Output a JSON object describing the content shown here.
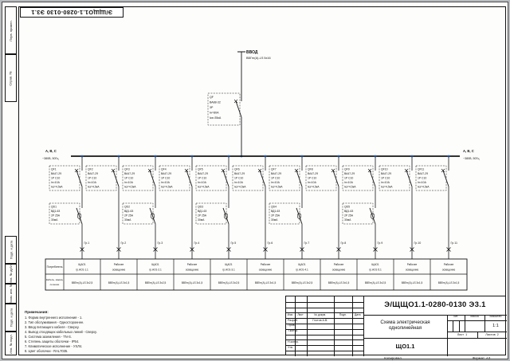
{
  "doc": {
    "designation": "Э/ЩЩО1.1-0280-0130 Э3.1",
    "title_line1": "Схема электрическая",
    "title_line2": "однолинейная",
    "object": "ЩО1.1",
    "lit_label": "Лит.",
    "mass_label": "Масса",
    "scale_label": "Масштаб",
    "scale_value": "1:1",
    "sheet_label": "Лист",
    "sheet_value": "1",
    "sheets_label": "Листов",
    "sheets_value": "2",
    "kopiroval": "Копировал",
    "format_label": "Формат",
    "format_value": "А3"
  },
  "titleblock": {
    "header_cols": [
      "Изм.",
      "Лист",
      "№ докум.",
      "Подп.",
      "Дата"
    ],
    "sign_rows": [
      {
        "role": "Разраб.",
        "name": "Глотов А.В."
      },
      {
        "role": "Пров.",
        "name": ""
      },
      {
        "role": "Т.контр.",
        "name": ""
      },
      {
        "role": "Н.контр.",
        "name": ""
      },
      {
        "role": "Утв.",
        "name": ""
      }
    ]
  },
  "frame": {
    "left_top_labels": [
      "Перв. примен.",
      "Справ. №"
    ],
    "left_bottom_labels": [
      "Подп. и дата",
      "Инв. № дубл.",
      "Взам. инв. №",
      "Подп. и дата",
      "Инв. № подл."
    ]
  },
  "notes": {
    "title": "Примечания:",
    "items": [
      "1. Форма внутреннего исполнения - 1.",
      "2. Тип обслуживания - Одностороннее.",
      "3. Ввод питающего кабеля - Сверху.",
      "4. Вывод отходящих кабельных линий - Сверху.",
      "5. Система заземления - TN-S.",
      "6. Степень защиты оболочки - IP54.",
      "7. Климатическое исполнение - УХЛ4.",
      "8. Цвет оболочки - RAL7035."
    ]
  },
  "schematic": {
    "incoming": {
      "label": "ВВОД",
      "cable": "ВВГнг(А)-LS 5х16",
      "breaker_lines": [
        "QF",
        "ВА88-32",
        "3P",
        "Iн=80А",
        "Iкз=35кА"
      ]
    },
    "bus": {
      "left_label": "А, В, С",
      "left_sub": "~380В, 50Гц",
      "right_label": "А, В, С",
      "right_sub": "~380В, 50Гц"
    },
    "table": {
      "row1_header": "Потребитель",
      "row2_header_1": "Кабель, марка,",
      "row2_header_2": "сечение"
    },
    "feeders": [
      {
        "breaker": [
          "QF1",
          "ВА47-29",
          "1P C10",
          "Iн=10А",
          "Iкз=4,5кА"
        ],
        "rcd": [
          "QD1",
          "ВД1-63",
          "2P 25А",
          "30мА"
        ],
        "group": "Гр.1",
        "consumer": [
          "ЩАО1",
          "гр.АО1-1.1"
        ],
        "cable": "ВВГнг(А)-LS 3х2,5"
      },
      {
        "breaker": [
          "QF2",
          "ВА47-29",
          "1P C10",
          "Iн=10А",
          "Iкз=4,5кА"
        ],
        "rcd": null,
        "group": "Гр.2",
        "consumer": [
          "Рабочее",
          "освещение"
        ],
        "cable": "ВВГнг(А)-LS 3х1,5"
      },
      {
        "breaker": [
          "QF3",
          "ВА47-29",
          "1P C10",
          "Iн=10А",
          "Iкз=4,5кА"
        ],
        "rcd": [
          "QD2",
          "ВД1-63",
          "2P 25А",
          "30мА"
        ],
        "group": "Гр.3",
        "consumer": [
          "ЩАО1",
          "гр.АО1-2.1"
        ],
        "cable": "ВВГнг(А)-LS 3х2,5"
      },
      {
        "breaker": [
          "QF4",
          "ВА47-29",
          "1P C10",
          "Iн=10А",
          "Iкз=4,5кА"
        ],
        "rcd": null,
        "group": "Гр.4",
        "consumer": [
          "Рабочее",
          "освещение"
        ],
        "cable": "ВВГнг(А)-LS 3х1,5"
      },
      {
        "breaker": [
          "QF5",
          "ВА47-29",
          "1P C10",
          "Iн=10А",
          "Iкз=4,5кА"
        ],
        "rcd": [
          "QD3",
          "ВД1-63",
          "2P 25А",
          "30мА"
        ],
        "group": "Гр.5",
        "consumer": [
          "ЩАО1",
          "гр.АО1-3.1"
        ],
        "cable": "ВВГнг(А)-LS 3х2,5"
      },
      {
        "breaker": [
          "QF6",
          "ВА47-29",
          "1P C10",
          "Iн=10А",
          "Iкз=4,5кА"
        ],
        "rcd": null,
        "group": "Гр.6",
        "consumer": [
          "Рабочее",
          "освещение"
        ],
        "cable": "ВВГнг(А)-LS 3х1,5"
      },
      {
        "breaker": [
          "QF7",
          "ВА47-29",
          "1P C10",
          "Iн=10А",
          "Iкз=4,5кА"
        ],
        "rcd": [
          "QD4",
          "ВД1-63",
          "2P 25А",
          "30мА"
        ],
        "group": "Гр.7",
        "consumer": [
          "ЩАО1",
          "гр.АО1-4.1"
        ],
        "cable": "ВВГнг(А)-LS 3х2,5"
      },
      {
        "breaker": [
          "QF8",
          "ВА47-29",
          "1P C10",
          "Iн=10А",
          "Iкз=4,5кА"
        ],
        "rcd": null,
        "group": "Гр.8",
        "consumer": [
          "Рабочее",
          "освещение"
        ],
        "cable": "ВВГнг(А)-LS 3х1,5"
      },
      {
        "breaker": [
          "QF9",
          "ВА47-29",
          "1P C10",
          "Iн=10А",
          "Iкз=4,5кА"
        ],
        "rcd": [
          "QD5",
          "ВД1-63",
          "2P 25А",
          "30мА"
        ],
        "group": "Гр.9",
        "consumer": [
          "ЩАО1",
          "гр.АО1-5.1"
        ],
        "cable": "ВВГнг(А)-LS 3х2,5"
      },
      {
        "breaker": [
          "QF10",
          "ВА47-29",
          "1P C10",
          "Iн=10А",
          "Iкз=4,5кА"
        ],
        "rcd": null,
        "group": "Гр.10",
        "consumer": [
          "Рабочее",
          "освещение"
        ],
        "cable": "ВВГнг(А)-LS 3х1,5"
      },
      {
        "breaker": [
          "QF11",
          "ВА47-29",
          "1P C10",
          "Iн=10А",
          "Iкз=4,5кА"
        ],
        "rcd": null,
        "group": "Гр.11",
        "consumer": [
          "Рабочее",
          "освещение"
        ],
        "cable": "ВВГнг(А)-LS 3х1,5"
      }
    ]
  }
}
